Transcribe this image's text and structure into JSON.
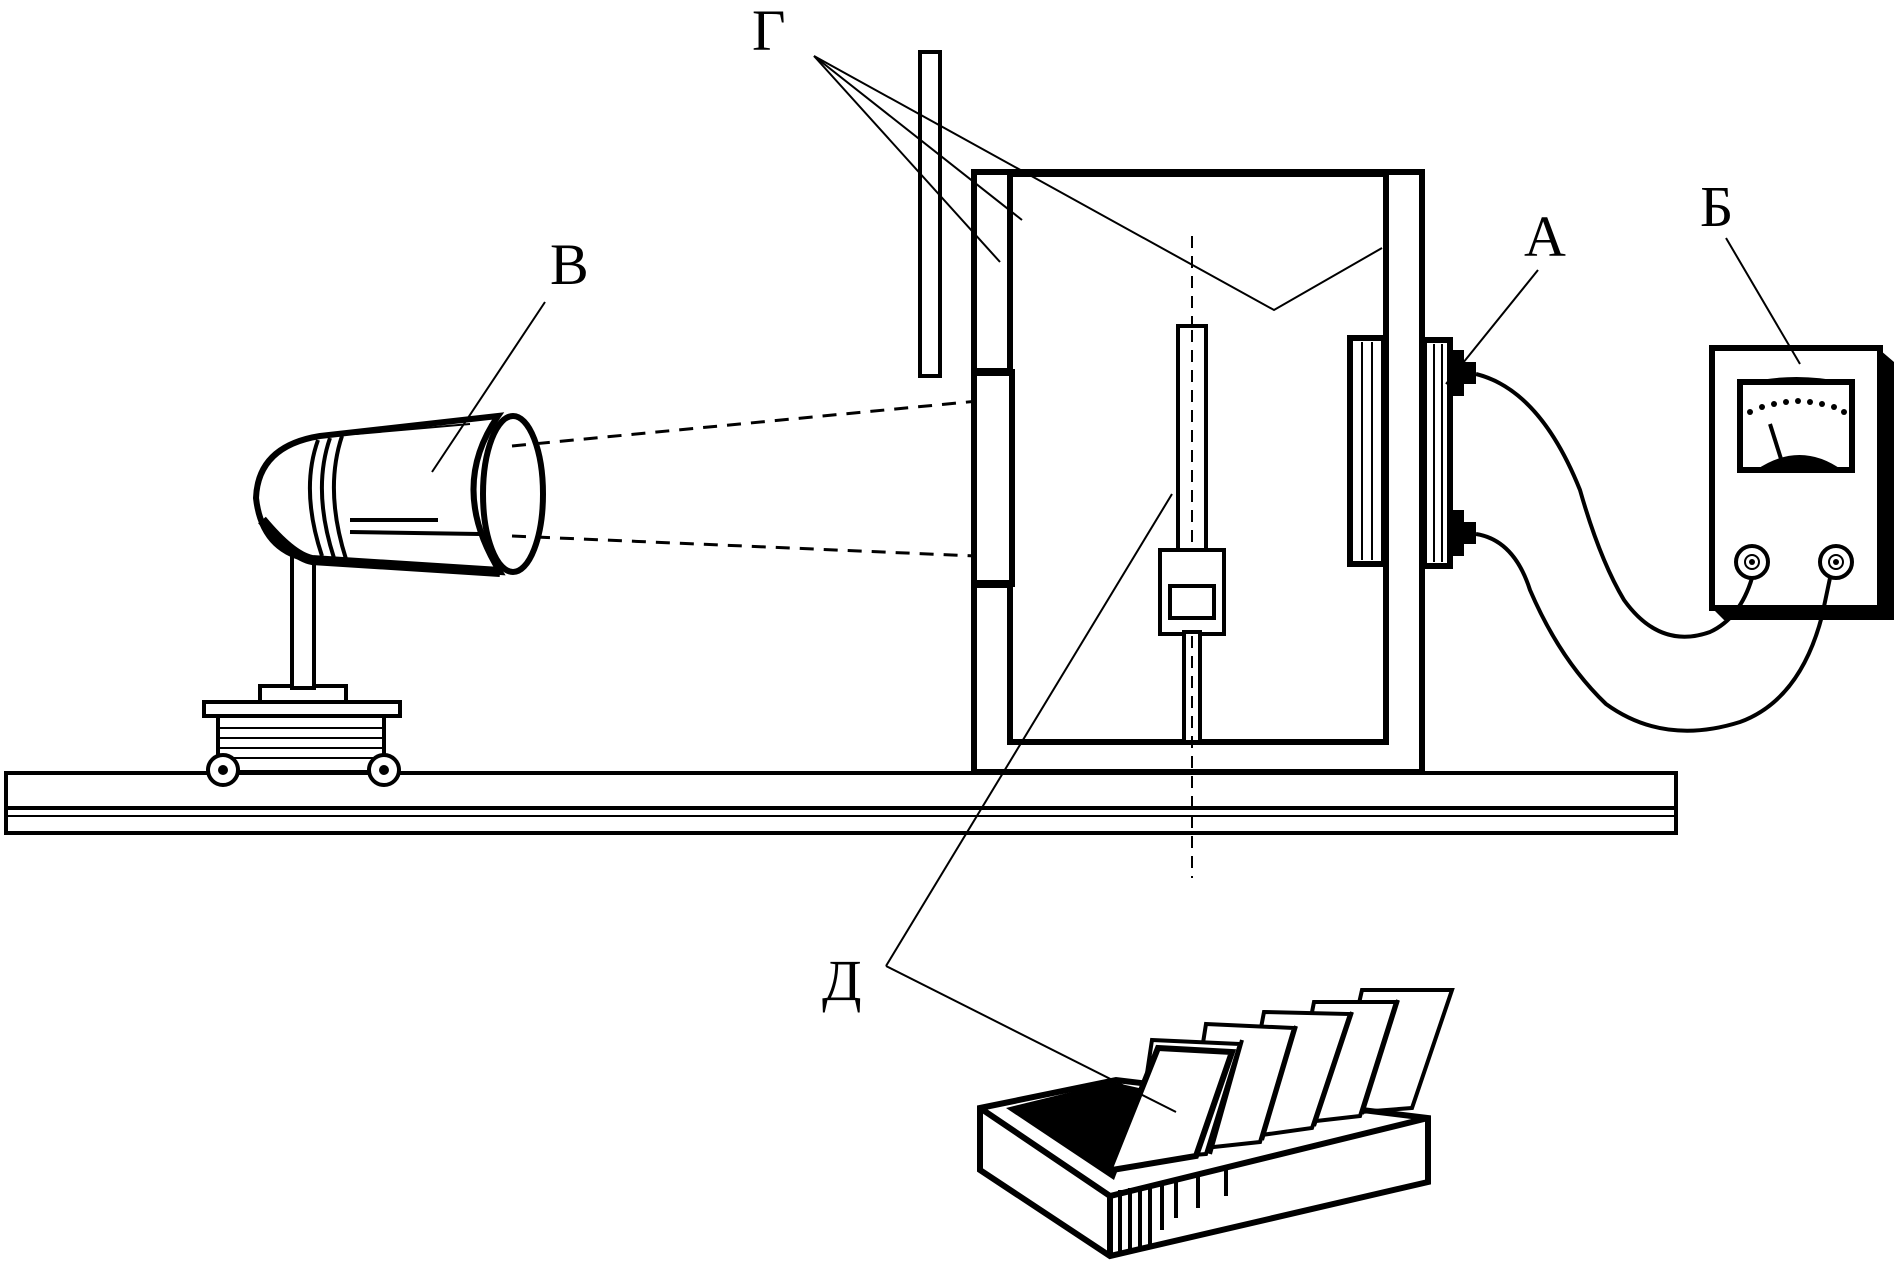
{
  "labels": {
    "A": "А",
    "B": "Б",
    "V": "В",
    "G": "Г",
    "D": "Д"
  },
  "colors": {
    "ink": "#000000",
    "paper": "#ffffff"
  }
}
